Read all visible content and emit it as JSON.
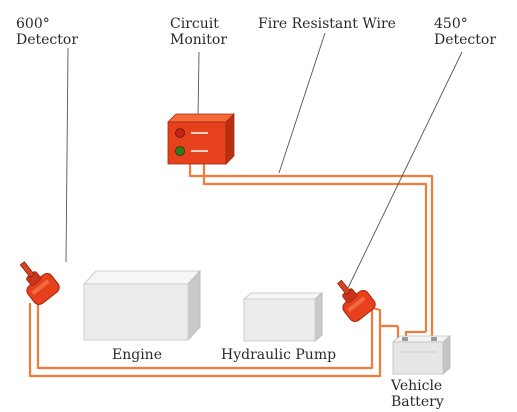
{
  "labels": {
    "detector_600": [
      "600°",
      "Detector"
    ],
    "circuit_monitor": [
      "Circuit",
      "Monitor"
    ],
    "fire_resistant_wire": "Fire Resistant Wire",
    "detector_450": [
      "450°",
      "Detector"
    ],
    "engine": "Engine",
    "hydraulic_pump": "Hydraulic Pump",
    "vehicle_battery": [
      "Vehicle",
      "Battery"
    ]
  },
  "colors": {
    "wire": "#f47a3c",
    "device": "#e7401c",
    "device_dark": "#a9260c",
    "block": "#ececec",
    "block_shade": "#bdbdbd",
    "indicator_red": "#c0261a",
    "indicator_green": "#2f7d1f"
  },
  "icons": {
    "detector": "heat-detector-icon",
    "monitor": "circuit-monitor-icon",
    "battery": "battery-icon"
  }
}
